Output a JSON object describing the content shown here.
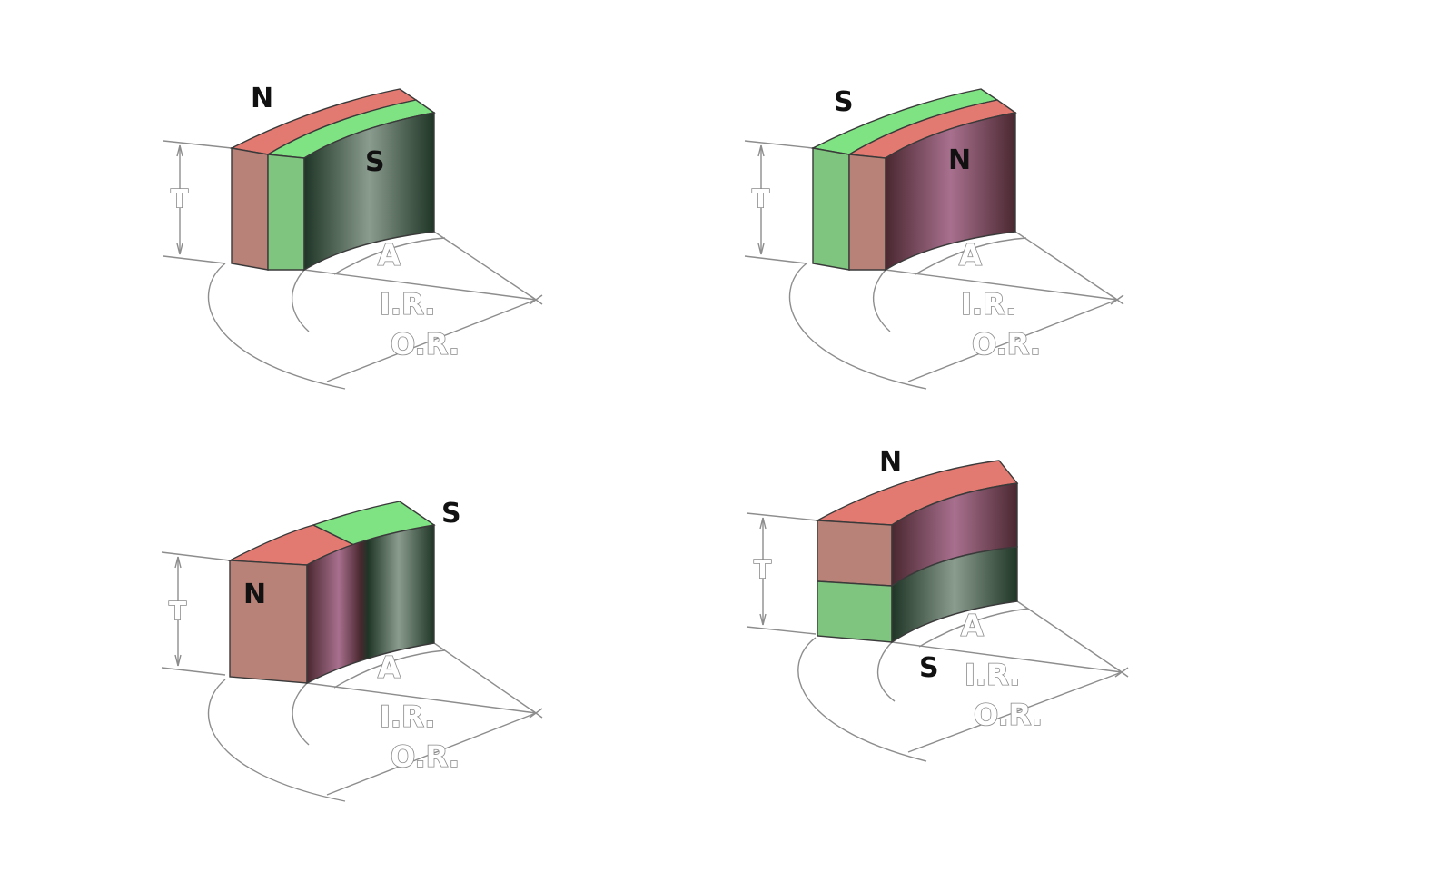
{
  "colors": {
    "north_face": "#e37a72",
    "north_side": "#b98278",
    "south_face": "#7fe383",
    "south_side": "#7fc47f",
    "north_curved_mid": "#a8708e",
    "north_curved_dark": "#4a2830",
    "south_curved_mid": "#8a9c8e",
    "south_curved_dark": "#1f3526",
    "dimension_line": "#8d8d8d"
  },
  "diagrams": [
    {
      "id": "axial-split-top",
      "pole_labels": {
        "top": "N",
        "curved_face": "S"
      },
      "dimension_labels": {
        "thickness": "T",
        "angle": "A",
        "inner_radius": "I.R.",
        "outer_radius": "O.R."
      }
    },
    {
      "id": "diametric-outer-north",
      "pole_labels": {
        "top": "S",
        "curved_face": "N"
      },
      "dimension_labels": {
        "thickness": "T",
        "angle": "A",
        "inner_radius": "I.R.",
        "outer_radius": "O.R."
      }
    },
    {
      "id": "circumferential-split",
      "pole_labels": {
        "end": "S",
        "front": "N"
      },
      "dimension_labels": {
        "thickness": "T",
        "angle": "A",
        "inner_radius": "I.R.",
        "outer_radius": "O.R."
      }
    },
    {
      "id": "axial-top-bottom",
      "pole_labels": {
        "top": "N",
        "bottom": "S"
      },
      "dimension_labels": {
        "thickness": "T",
        "angle": "A",
        "inner_radius": "I.R.",
        "outer_radius": "O.R."
      }
    }
  ]
}
